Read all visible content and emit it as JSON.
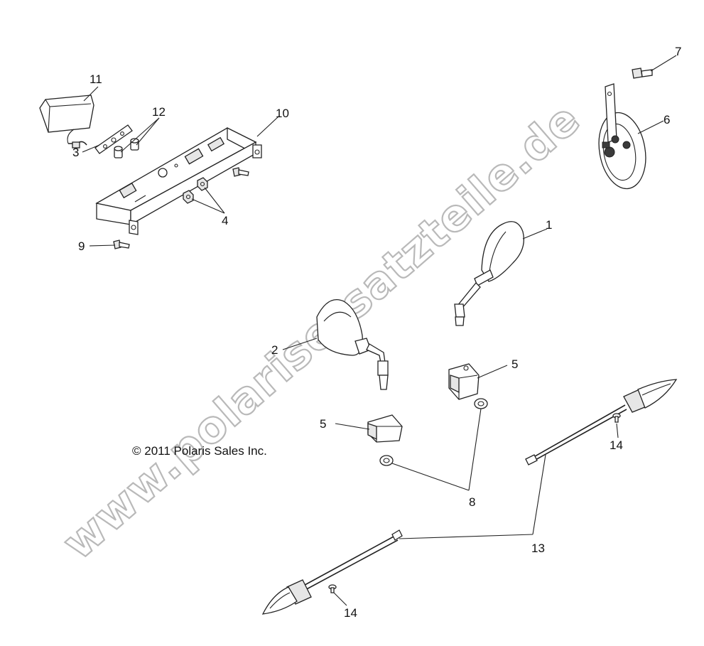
{
  "diagram": {
    "copyright": "© 2011 Polaris Sales Inc.",
    "watermark": "www.polarisersatzteile.de",
    "callouts": {
      "c1": "1",
      "c2": "2",
      "c3": "3",
      "c4": "4",
      "c5a": "5",
      "c5b": "5",
      "c6": "6",
      "c7": "7",
      "c8": "8",
      "c9": "9",
      "c10": "10",
      "c11": "11",
      "c12": "12",
      "c13": "13",
      "c14a": "14",
      "c14b": "14"
    }
  }
}
